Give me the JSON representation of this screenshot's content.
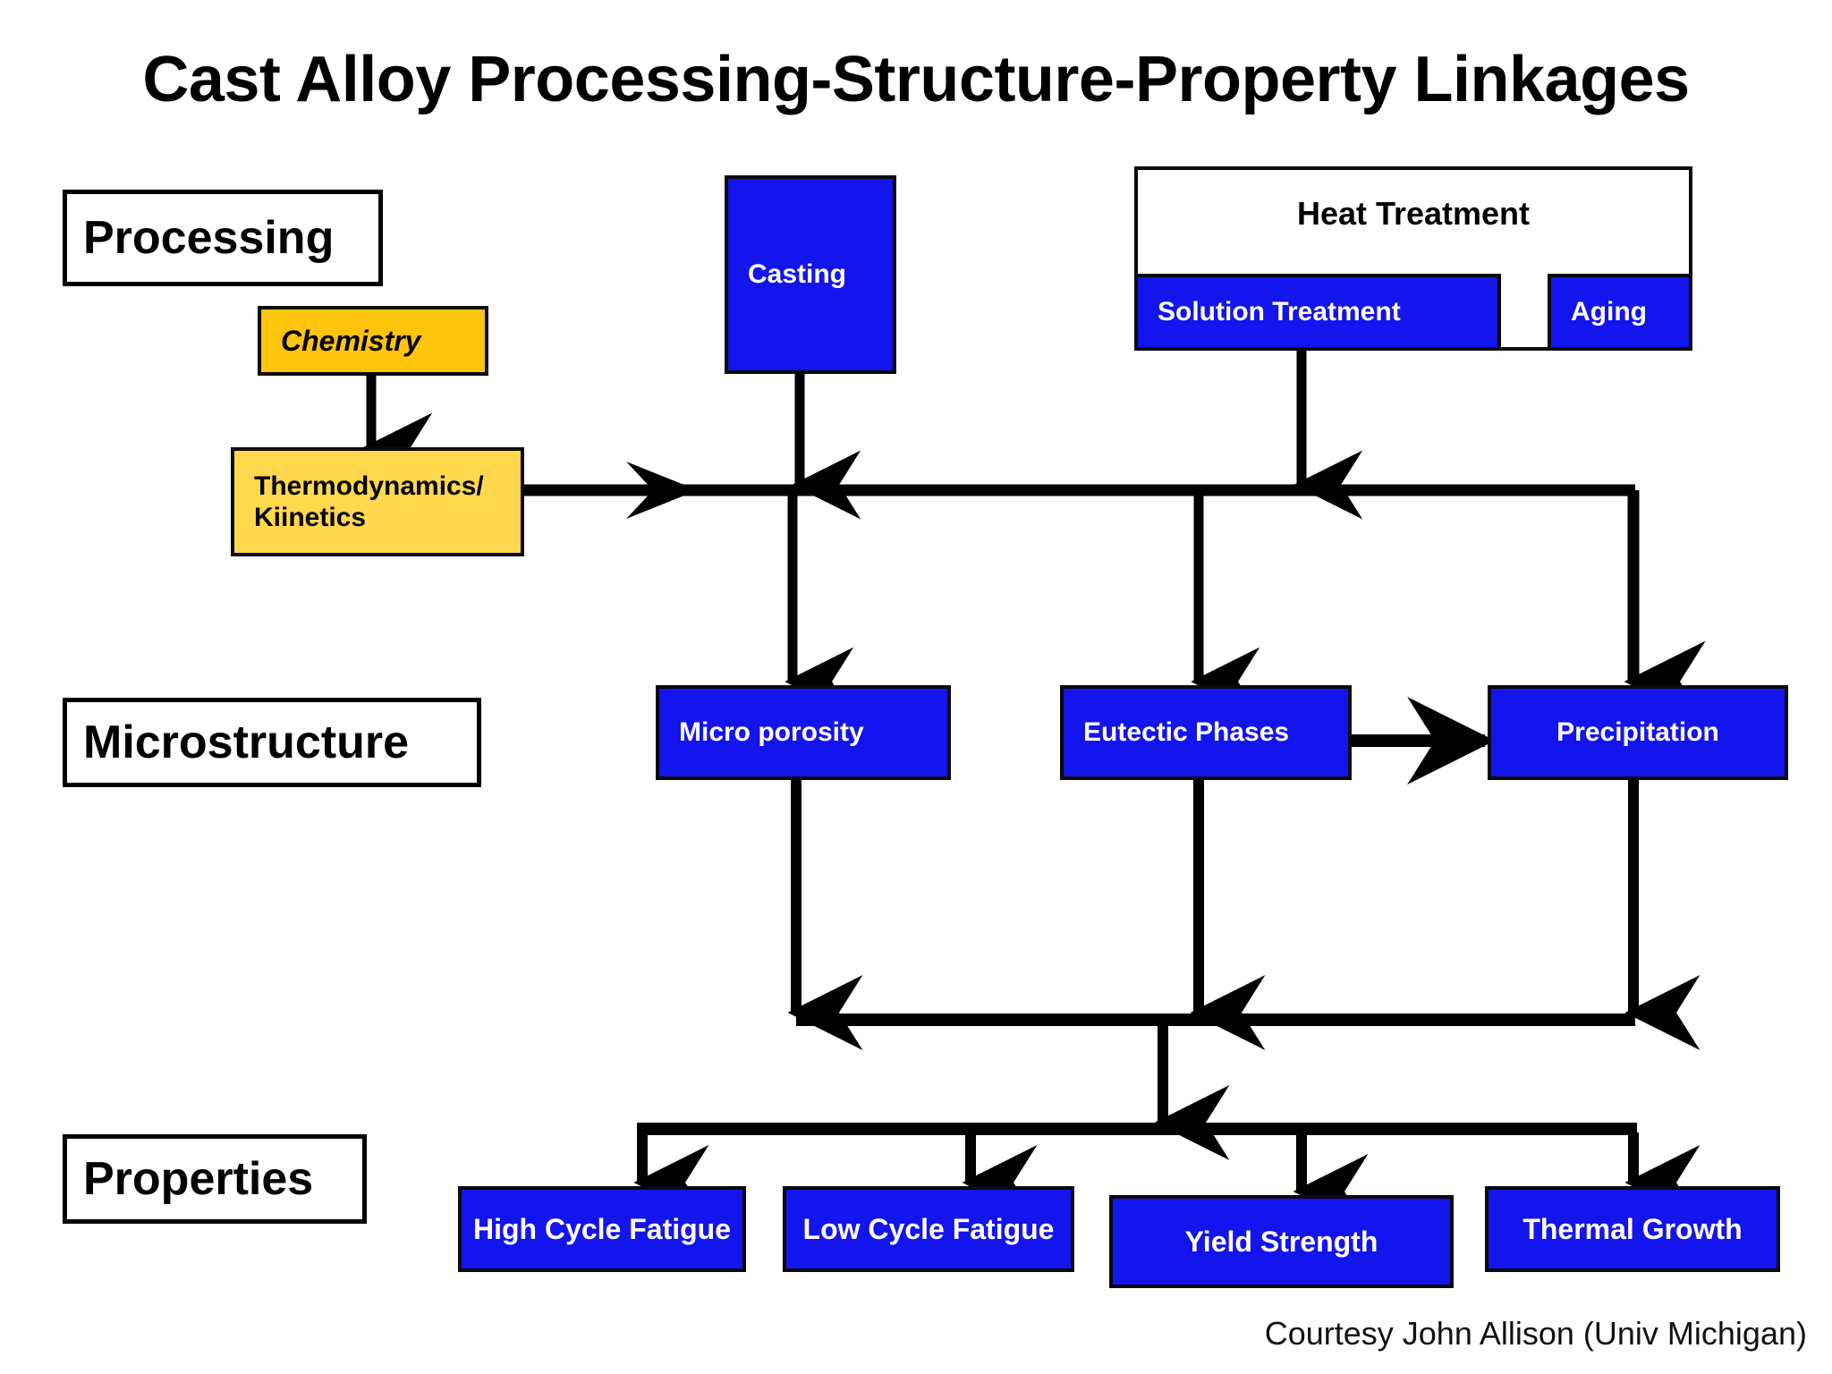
{
  "title": "Cast Alloy Processing-Structure-Property Linkages",
  "credit": "Courtesy John Allison (Univ Michigan)",
  "stage_labels": [
    {
      "id": "processing",
      "label": "Processing"
    },
    {
      "id": "microstructure",
      "label": "Microstructure"
    },
    {
      "id": "properties",
      "label": "Properties"
    }
  ],
  "colors": {
    "node_blue": "#1414EE",
    "node_gold": "#FFC40C",
    "node_yellow": "#FFD84D",
    "node_white": "#FFFFFF",
    "outline": "#0A0A0A",
    "text_on_blue": "#FFFFFF",
    "text_on_yellow": "#000000"
  },
  "processing": {
    "chemistry": {
      "label": "Chemistry"
    },
    "thermo": {
      "line1": "Thermodynamics/",
      "line2": "Kiinetics"
    },
    "casting": {
      "label": "Casting"
    },
    "heat_treatment": {
      "label": "Heat Treatment",
      "children": [
        {
          "id": "solution-treatment",
          "label": "Solution Treatment"
        },
        {
          "id": "aging",
          "label": "Aging"
        }
      ]
    }
  },
  "microstructure": {
    "nodes": [
      {
        "id": "micro-porosity",
        "label": "Micro porosity"
      },
      {
        "id": "eutectic-phases",
        "label": "Eutectic Phases"
      },
      {
        "id": "precipitation",
        "label": "Precipitation"
      }
    ]
  },
  "properties": {
    "nodes": [
      {
        "id": "high-cycle-fatigue",
        "label": "High Cycle Fatigue"
      },
      {
        "id": "low-cycle-fatigue",
        "label": "Low Cycle Fatigue"
      },
      {
        "id": "yield-strength",
        "label": "Yield Strength"
      },
      {
        "id": "thermal-growth",
        "label": "Thermal Growth"
      }
    ]
  },
  "chart_data": {
    "type": "diagram",
    "title": "Cast Alloy Processing-Structure-Property Linkages",
    "tiers": [
      "Processing",
      "Microstructure",
      "Properties"
    ],
    "nodes": [
      "Chemistry",
      "Thermodynamics/ Kiinetics",
      "Casting",
      "Heat Treatment",
      "Solution Treatment",
      "Aging",
      "Micro porosity",
      "Eutectic Phases",
      "Precipitation",
      "High Cycle Fatigue",
      "Low Cycle Fatigue",
      "Yield Strength",
      "Thermal Growth"
    ],
    "edges": [
      {
        "from": "Chemistry",
        "to": "Thermodynamics/ Kiinetics"
      },
      {
        "from": "Thermodynamics/ Kiinetics",
        "to": "bus-processing"
      },
      {
        "from": "Casting",
        "to": "bus-processing"
      },
      {
        "from": "Solution Treatment",
        "to": "bus-processing"
      },
      {
        "from": "bus-processing",
        "to": "Micro porosity"
      },
      {
        "from": "bus-processing",
        "to": "Eutectic Phases"
      },
      {
        "from": "bus-processing",
        "to": "Precipitation"
      },
      {
        "from": "Eutectic Phases",
        "to": "Precipitation"
      },
      {
        "from": "Micro porosity",
        "to": "bus-microstructure"
      },
      {
        "from": "Eutectic Phases",
        "to": "bus-microstructure"
      },
      {
        "from": "Precipitation",
        "to": "bus-microstructure"
      },
      {
        "from": "bus-microstructure",
        "to": "bus-properties"
      },
      {
        "from": "bus-properties",
        "to": "High Cycle Fatigue"
      },
      {
        "from": "bus-properties",
        "to": "Low Cycle Fatigue"
      },
      {
        "from": "bus-properties",
        "to": "Yield Strength"
      },
      {
        "from": "bus-properties",
        "to": "Thermal Growth"
      }
    ]
  }
}
